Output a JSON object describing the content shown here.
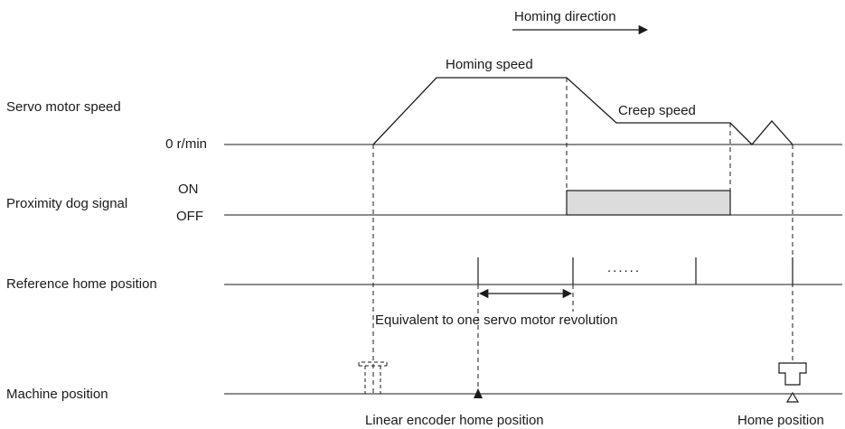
{
  "header": {
    "homing_direction": "Homing direction"
  },
  "speed_chart": {
    "row_label": "Servo motor speed",
    "zero_label": "0 r/min",
    "homing_speed_label": "Homing speed",
    "creep_speed_label": "Creep speed"
  },
  "proximity_dog": {
    "row_label": "Proximity dog signal",
    "on_label": "ON",
    "off_label": "OFF",
    "fill_color": "#dcdcdc"
  },
  "reference_home": {
    "row_label": "Reference home position",
    "dots": "......",
    "revolution_label": "Equivalent to one servo motor revolution"
  },
  "machine_position": {
    "row_label": "Machine position",
    "linear_encoder_label": "Linear encoder home position",
    "home_position_label": "Home position"
  }
}
